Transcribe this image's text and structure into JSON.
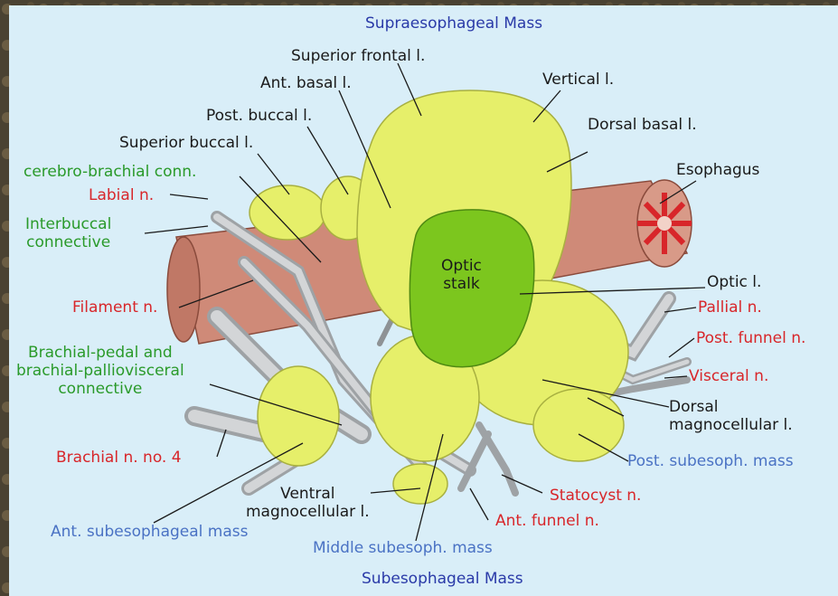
{
  "diagram": {
    "title_top": "Supraesophageal Mass",
    "title_bottom": "Subesophageal Mass",
    "center_label": "Optic\nstalk",
    "labels": {
      "superior_frontal": "Superior frontal l.",
      "ant_basal": "Ant. basal l.",
      "vertical": "Vertical l.",
      "post_buccal": "Post. buccal l.",
      "dorsal_basal": "Dorsal basal l.",
      "superior_buccal": "Superior buccal l.",
      "esophagus": "Esophagus",
      "cerebro_brachial": "cerebro-brachial conn.",
      "labial": "Labial n.",
      "interbuccal": "Interbuccal\nconnective",
      "optic_l": "Optic l.",
      "pallial": "Pallial n.",
      "filament": "Filament n.",
      "post_funnel": "Post. funnel n.",
      "brachial_pedal": "Brachial-pedal and\nbrachial-palliovisceral\nconnective",
      "visceral": "Visceral n.",
      "dorsal_magnocellular": "Dorsal\nmagnocellular l.",
      "brachial_n4": "Brachial n. no. 4",
      "post_subesoph": "Post. subesoph. mass",
      "ventral_magnocellular": "Ventral\nmagnocellular l.",
      "statocyst": "Statocyst n.",
      "ant_funnel": "Ant. funnel n.",
      "ant_subesophageal": "Ant. subesophageal mass",
      "middle_subesoph": "Middle subesoph. mass"
    },
    "colors": {
      "panel": "#d9eef8",
      "ganglion": "#e6ef6a",
      "optic_stalk": "#7cc61e",
      "esophagus": "#cf8a78",
      "nerve": "#b9bcbf",
      "black_label": "#1a1a1a",
      "red_label": "#d8262a",
      "green_label": "#2a9a2a",
      "blue_label": "#4a72c4",
      "title_label": "#2a3aa8"
    }
  }
}
